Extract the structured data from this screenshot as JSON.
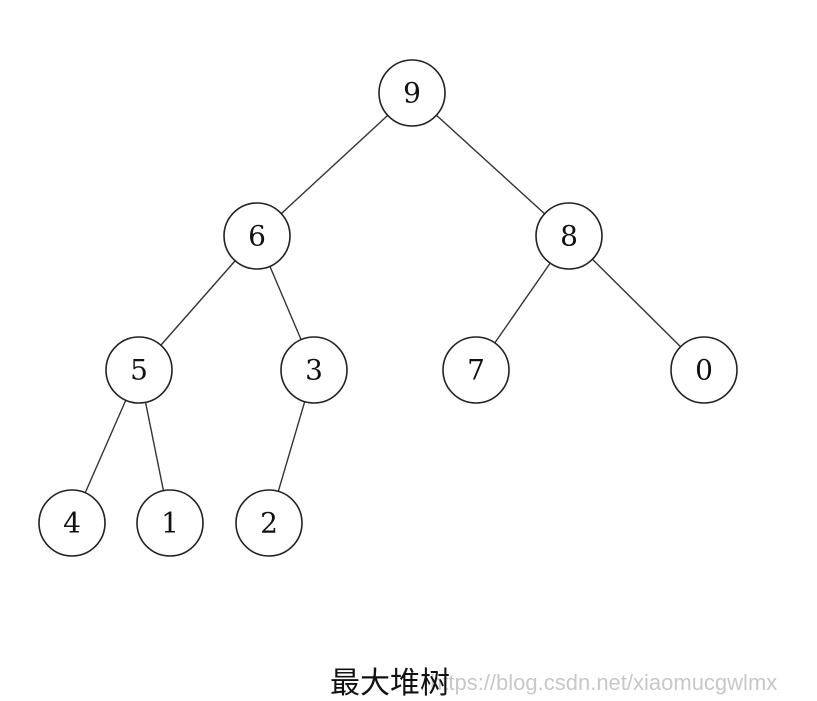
{
  "diagram": {
    "nodes": [
      {
        "id": "n0",
        "label": "9"
      },
      {
        "id": "n1",
        "label": "6"
      },
      {
        "id": "n2",
        "label": "8"
      },
      {
        "id": "n3",
        "label": "5"
      },
      {
        "id": "n4",
        "label": "3"
      },
      {
        "id": "n5",
        "label": "7"
      },
      {
        "id": "n6",
        "label": "0"
      },
      {
        "id": "n7",
        "label": "4"
      },
      {
        "id": "n8",
        "label": "1"
      },
      {
        "id": "n9",
        "label": "2"
      }
    ],
    "edges": [
      {
        "from": "n0",
        "to": "n1"
      },
      {
        "from": "n0",
        "to": "n2"
      },
      {
        "from": "n1",
        "to": "n3"
      },
      {
        "from": "n1",
        "to": "n4"
      },
      {
        "from": "n2",
        "to": "n5"
      },
      {
        "from": "n2",
        "to": "n6"
      },
      {
        "from": "n3",
        "to": "n7"
      },
      {
        "from": "n3",
        "to": "n8"
      },
      {
        "from": "n4",
        "to": "n9"
      }
    ]
  },
  "caption": "最大堆树",
  "watermark": "https://blog.csdn.net/xiaomucgwlmx"
}
